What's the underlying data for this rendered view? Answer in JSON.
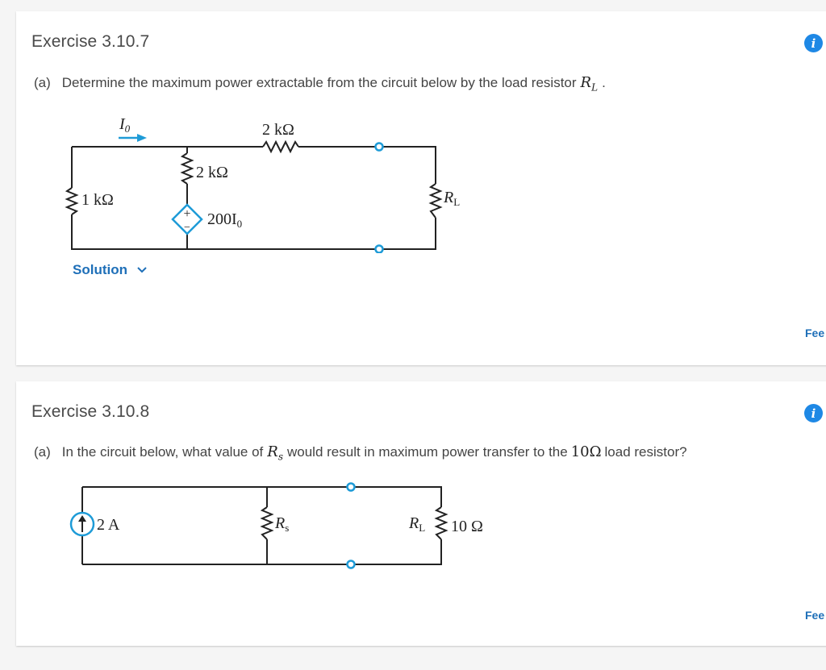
{
  "exercises": [
    {
      "title": "Exercise 3.10.7",
      "part_label": "(a)",
      "question_text": "Determine the maximum power extractable from the circuit below by the load resistor",
      "question_math": "R",
      "question_math_sub": "L",
      "question_end": ".",
      "circuit": {
        "current_label": "I",
        "current_label_sub": "0",
        "r_top_label": "2 kΩ",
        "r_left_label": "1 kΩ",
        "r_mid_label": "2 kΩ",
        "source_label": "200I",
        "source_label_sub": "0",
        "source_plus": "+",
        "source_minus": "−",
        "load_label": "R",
        "load_label_sub": "L"
      },
      "solution_label": "Solution",
      "feedback_label": "Fee"
    },
    {
      "title": "Exercise 3.10.8",
      "part_label": "(a)",
      "question_before": "In the circuit below, what value of",
      "question_math": "R",
      "question_math_sub": "s",
      "question_mid": "would result in maximum power transfer to the",
      "question_math2": "10Ω",
      "question_after": "load resistor?",
      "circuit": {
        "source_label": "2 A",
        "rs_label": "R",
        "rs_label_sub": "s",
        "load_label": "R",
        "load_label_sub": "L",
        "load_value": "10 Ω"
      },
      "feedback_label": "Fee"
    }
  ],
  "colors": {
    "accent": "#1e88e5",
    "link": "#1e6fb8",
    "terminal": "#1e9bd7",
    "wire": "#222222"
  },
  "icons": {
    "info": "info-icon",
    "chevron": "chevron-down-icon",
    "current_arrow": "arrow-right-icon",
    "source_arrow": "arrow-up-icon"
  }
}
